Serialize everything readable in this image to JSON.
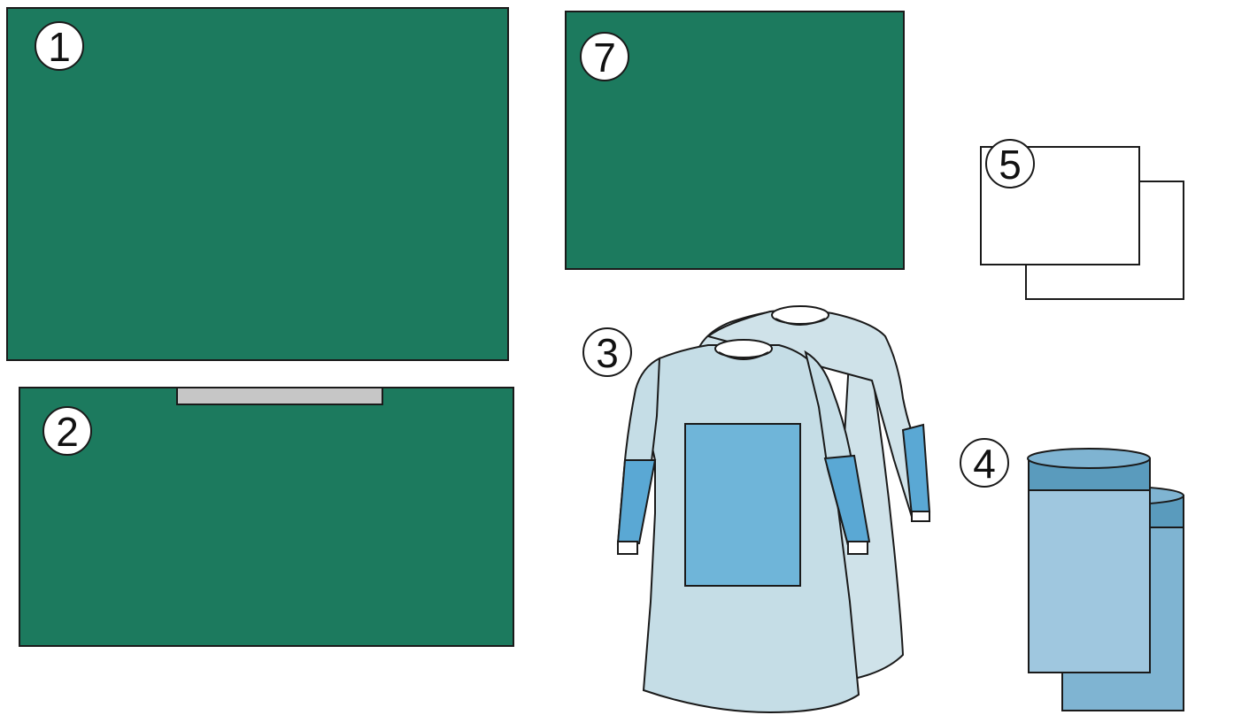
{
  "items": {
    "drape_1": {
      "number": "1"
    },
    "drape_2": {
      "number": "2"
    },
    "gowns_3": {
      "number": "3"
    },
    "covers_4": {
      "number": "4"
    },
    "towels_5": {
      "number": "5"
    },
    "drape_7": {
      "number": "7"
    }
  },
  "colors": {
    "drape_green": "#1c7a5e",
    "tape_gray": "#c6c6c6",
    "gown_light": "#c5dde6",
    "gown_back": "#cfe2e9",
    "gown_panel": "#6fb5d9",
    "gown_sleeve": "#5aa8d4",
    "cover_light": "#9fc7df",
    "cover_back": "#7fb4d2",
    "cover_band": "#5a9bbd",
    "outline": "#1a1a1a"
  },
  "icons": [
    "drape-sheet",
    "adhesive-strip",
    "surgical-gown",
    "cylindrical-cover",
    "towel"
  ]
}
